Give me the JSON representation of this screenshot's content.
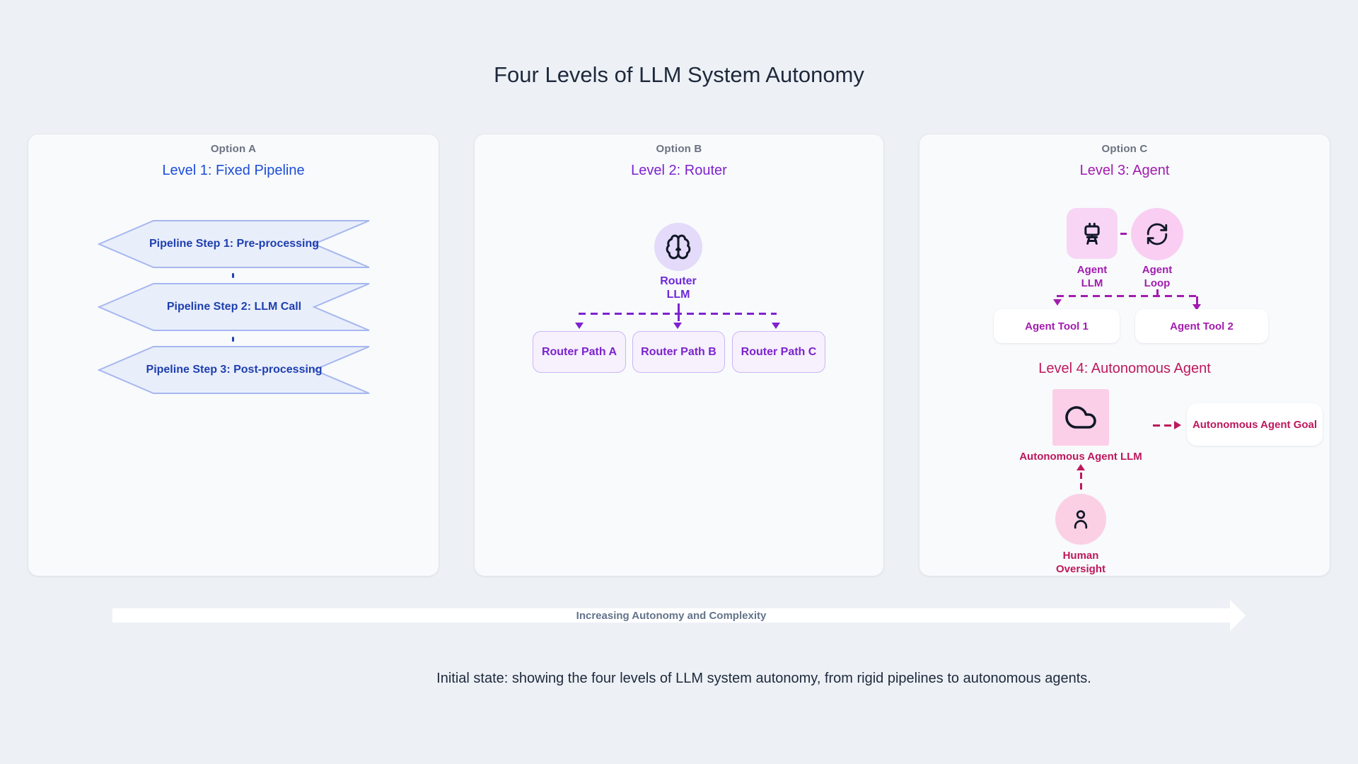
{
  "page": {
    "title": "Four Levels of LLM System Autonomy",
    "bottom_arrow_label": "Increasing Autonomy and Complexity",
    "caption": "Initial state: showing the four levels of LLM system autonomy, from rigid pipelines to autonomous agents."
  },
  "colors": {
    "page_background": "#edf1f6",
    "panel_background": "#f8fafc",
    "level1_blue": "#1d4ed8",
    "pipeline_fill": "#e9eefb",
    "pipeline_stroke": "#a6b7ef",
    "level2_purple": "#7e22ce",
    "router_chip_fill": "#e4daf9",
    "path_box_fill": "#f6f1fd",
    "level3_fuchsia": "#a21caf",
    "agent_chip_fill": "#f8d5f5",
    "level4_pink": "#be185d",
    "auto_llm_fill": "#fbcfe8",
    "human_chip_fill": "#fbd0e4",
    "arrow_band": "#ffffff"
  },
  "panel_a": {
    "option_label": "Option A",
    "level_title": "Level 1: Fixed Pipeline",
    "steps": [
      "Pipeline Step 1: Pre-processing",
      "Pipeline Step 2: LLM Call",
      "Pipeline Step 3: Post-processing"
    ]
  },
  "panel_b": {
    "option_label": "Option B",
    "level_title": "Level 2: Router",
    "router_node": {
      "line1": "Router",
      "line2": "LLM",
      "icon": "brain-icon"
    },
    "paths": [
      "Router Path A",
      "Router Path B",
      "Router Path C"
    ]
  },
  "panel_c": {
    "option_label": "Option C",
    "level_title": "Level 3: Agent",
    "agent_llm_node": {
      "line1": "Agent",
      "line2": "LLM",
      "icon": "robot-icon"
    },
    "agent_loop_node": {
      "line1": "Agent",
      "line2": "Loop",
      "icon": "loop-icon"
    },
    "tools": [
      "Agent Tool 1",
      "Agent Tool 2"
    ],
    "level4_title": "Level 4: Autonomous Agent",
    "auto_llm_label": "Autonomous Agent LLM",
    "auto_llm_icon": "cloud-icon",
    "goal_label": "Autonomous Agent Goal",
    "human_node": {
      "line1": "Human",
      "line2": "Oversight",
      "icon": "person-icon"
    }
  }
}
